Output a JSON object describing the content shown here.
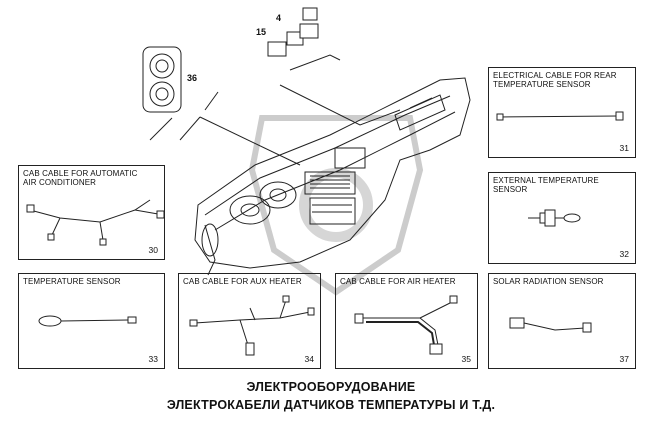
{
  "callouts": {
    "relay_top": "4",
    "relay_side": "15",
    "gauges": "36"
  },
  "boxes": {
    "b31": {
      "title": "ELECTRICAL CABLE FOR REAR\nTEMPERATURE SENSOR",
      "number": "31"
    },
    "b30": {
      "title": "CAB CABLE FOR AUTOMATIC\nAIR CONDITIONER",
      "number": "30"
    },
    "b32": {
      "title": "EXTERNAL TEMPERATURE SENSOR",
      "number": "32"
    },
    "b33": {
      "title": "TEMPERATURE SENSOR",
      "number": "33"
    },
    "b34": {
      "title": "CAB CABLE FOR AUX HEATER",
      "number": "34"
    },
    "b35": {
      "title": "CAB CABLE FOR AIR HEATER",
      "number": "35"
    },
    "b37": {
      "title": "SOLAR RADIATION SENSOR",
      "number": "37"
    }
  },
  "caption": {
    "line1": "ЭЛЕКТРООБОРУДОВАНИЕ",
    "line2": "ЭЛЕКТРОКАБЕЛИ ДАТЧИКОВ ТЕМПЕРАТУРЫ И Т.Д."
  }
}
